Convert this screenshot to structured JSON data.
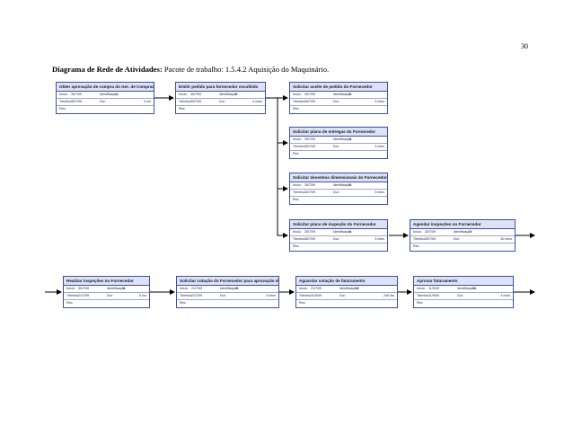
{
  "page_number": "30",
  "caption": {
    "bold": "Diagrama de Rede de Atividades:",
    "rest": " Pacote de trabalho: 1.5.4.2 Aquisição do Maquinário."
  },
  "labels": {
    "start": "Início:",
    "end": "Término:",
    "id": "Identificação:",
    "dur": "Dur:",
    "rec": "Rec:"
  },
  "nodes": [
    {
      "title": "Obter aprovação de compra do Ger. de Compras",
      "start": "30/7/09",
      "end": "30/7/09",
      "id": "1",
      "dur": "4 hrs"
    },
    {
      "title": "Emitir pedido para fornecedor escolhido",
      "start": "30/7/09",
      "end": "30/7/09",
      "id": "2",
      "dur": "4 mins"
    },
    {
      "title": "Solicitar aceite de pedido do Fornecedor",
      "start": "30/7/09",
      "end": "30/7/09",
      "id": "3",
      "dur": "3 mins"
    },
    {
      "title": "Solicitar plano de entregas do Fornecedor",
      "start": "30/7/09",
      "end": "30/7/09",
      "id": "4",
      "dur": "3 mins"
    },
    {
      "title": "Solicitar desenhos dimensionais do Fornecedor",
      "start": "30/7/09",
      "end": "30/7/09",
      "id": "5",
      "dur": "3 mins"
    },
    {
      "title": "Solicitar plano de inspeção do Fornecedor",
      "start": "30/7/09",
      "end": "30/7/09",
      "id": "6",
      "dur": "3 mins"
    },
    {
      "title": "Agendar inspeções no Fornecedor",
      "start": "30/7/09",
      "end": "30/7/09",
      "id": "7",
      "dur": "30 mins"
    },
    {
      "title": "Realizar inspeções no Fornecedor",
      "start": "30/7/09",
      "end": "21/7/09",
      "id": "8",
      "dur": "5 hrs"
    },
    {
      "title": "Solicitar cotação do Fornecedor para aprovação do",
      "start": "21/7/09",
      "end": "21/7/09",
      "id": "9",
      "dur": "3 mins"
    },
    {
      "title": "Aguardar cotação de faturamento",
      "start": "21/7/09",
      "end": "11/9/09",
      "id": "10",
      "dur": "240 hrs"
    },
    {
      "title": "Aprovar faturamento",
      "start": "11/9/09",
      "end": "11/9/09",
      "id": "11",
      "dur": "3 mins"
    }
  ]
}
